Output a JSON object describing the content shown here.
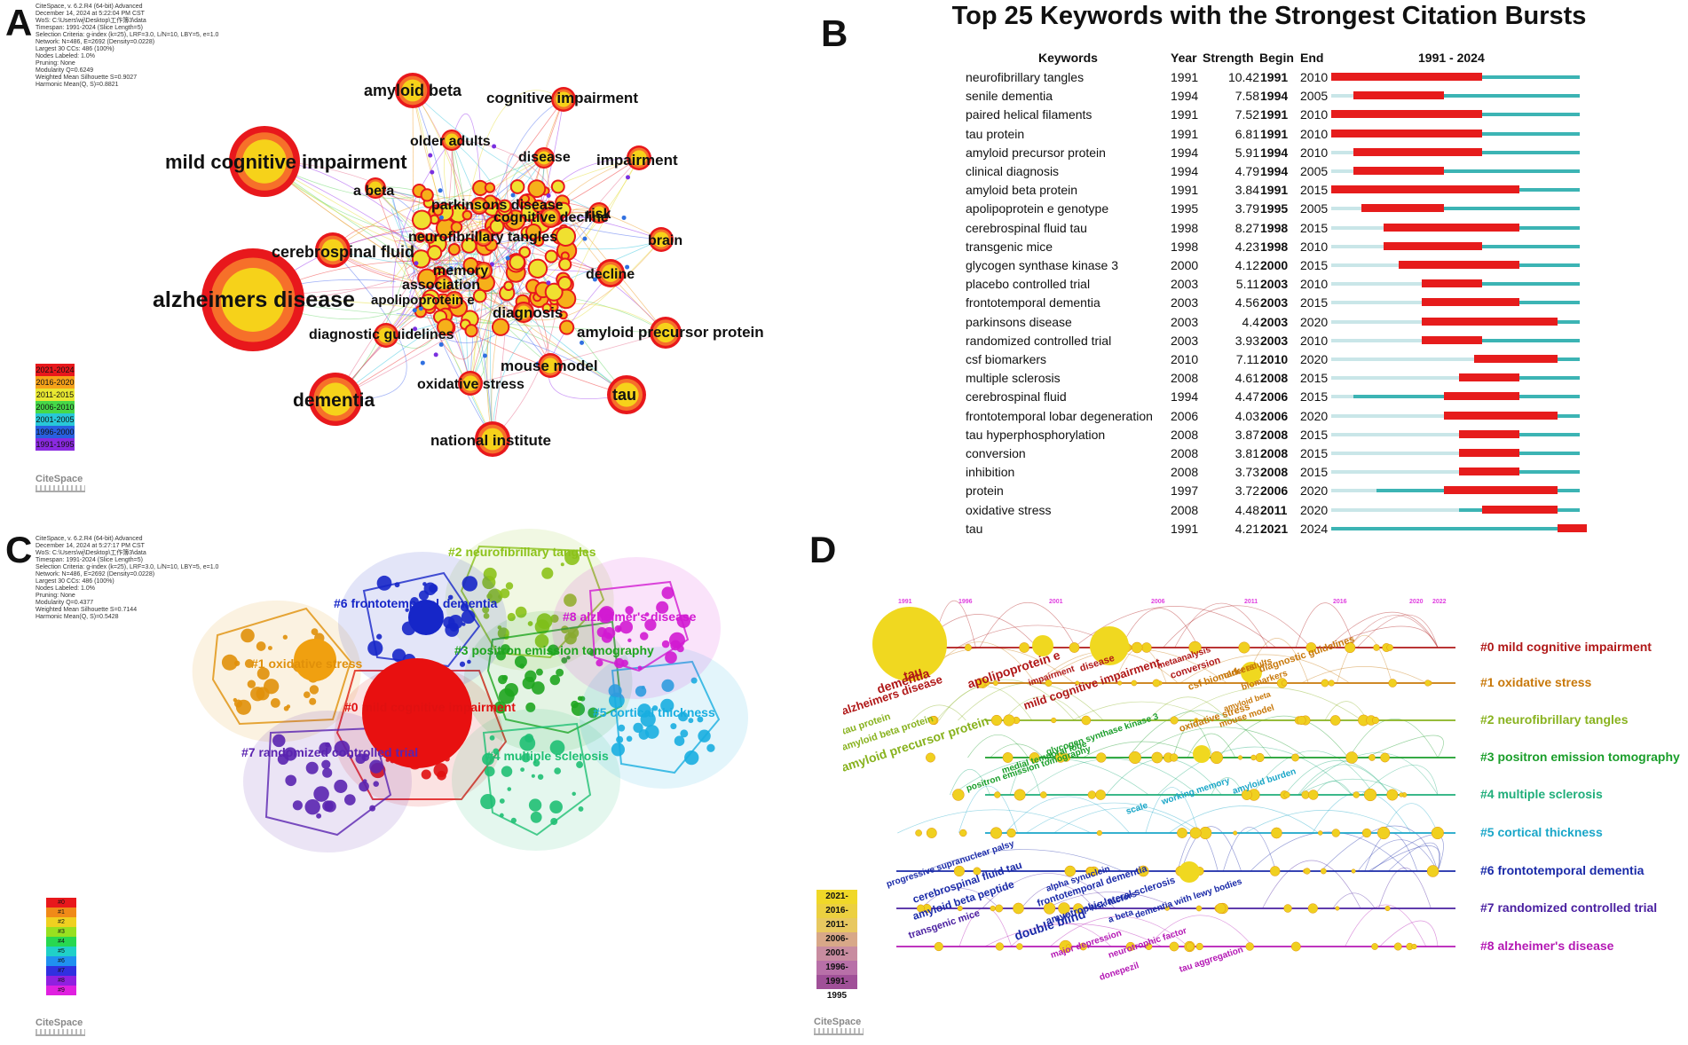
{
  "panels": {
    "a": "A",
    "b": "B",
    "c": "C",
    "d": "D"
  },
  "panel_a": {
    "info_lines": [
      "CiteSpace, v. 6.2.R4 (64-bit) Advanced",
      "December 14, 2024 at 5:22:04 PM CST",
      "WoS: C:\\Users\\wj\\Desktop\\工作簿3\\data",
      "Timespan: 1991-2024 (Slice Length=5)",
      "Selection Criteria: g-index (k=25), LRF=3.0, L/N=10, LBY=5, e=1.0",
      "Network: N=486, E=2692 (Density=0.0228)",
      "Largest 30 CCs: 486 (100%)",
      "Nodes Labeled: 1.0%",
      "Pruning: None",
      "Modularity Q=0.6249",
      "Weighted Mean Silhouette S=0.9027",
      "Harmonic Mean(Q, S)=0.8821"
    ],
    "nodes": [
      "amyloid beta",
      "cognitive impairment",
      "mild cognitive impairment",
      "older adults",
      "disease",
      "impairment",
      "a beta",
      "parkinsons disease",
      "cognitive decline",
      "risk",
      "neurofibrillary tangles",
      "brain",
      "cerebrospinal fluid",
      "memory",
      "decline",
      "alzheimers disease",
      "association",
      "apolipoprotein e",
      "diagnosis",
      "diagnostic guidelines",
      "amyloid precursor protein",
      "mouse model",
      "dementia",
      "oxidative stress",
      "tau",
      "national institute"
    ],
    "legend": [
      "2021-2024",
      "2016-2020",
      "2011-2015",
      "2006-2010",
      "2001-2005",
      "1996-2000",
      "1991-1995"
    ],
    "logo": "CiteSpace"
  },
  "panel_b": {
    "title": "Top 25 Keywords with the Strongest Citation Bursts",
    "headers": {
      "keywords": "Keywords",
      "year": "Year",
      "strength": "Strength",
      "begin": "Begin",
      "end": "End",
      "range": "1991 - 2024"
    },
    "rows": [
      {
        "kw": "neurofibrillary tangles",
        "year": "1991",
        "strength": "10.42",
        "begin": "1991",
        "end": "2010"
      },
      {
        "kw": "senile dementia",
        "year": "1994",
        "strength": "7.58",
        "begin": "1994",
        "end": "2005"
      },
      {
        "kw": "paired helical filaments",
        "year": "1991",
        "strength": "7.52",
        "begin": "1991",
        "end": "2010"
      },
      {
        "kw": "tau protein",
        "year": "1991",
        "strength": "6.81",
        "begin": "1991",
        "end": "2010"
      },
      {
        "kw": "amyloid precursor protein",
        "year": "1994",
        "strength": "5.91",
        "begin": "1994",
        "end": "2010"
      },
      {
        "kw": "clinical diagnosis",
        "year": "1994",
        "strength": "4.79",
        "begin": "1994",
        "end": "2005"
      },
      {
        "kw": "amyloid beta protein",
        "year": "1991",
        "strength": "3.84",
        "begin": "1991",
        "end": "2015"
      },
      {
        "kw": "apolipoprotein e genotype",
        "year": "1995",
        "strength": "3.79",
        "begin": "1995",
        "end": "2005"
      },
      {
        "kw": "cerebrospinal fluid tau",
        "year": "1998",
        "strength": "8.27",
        "begin": "1998",
        "end": "2015"
      },
      {
        "kw": "transgenic mice",
        "year": "1998",
        "strength": "4.23",
        "begin": "1998",
        "end": "2010"
      },
      {
        "kw": "glycogen synthase kinase 3",
        "year": "2000",
        "strength": "4.12",
        "begin": "2000",
        "end": "2015"
      },
      {
        "kw": "placebo controlled trial",
        "year": "2003",
        "strength": "5.11",
        "begin": "2003",
        "end": "2010"
      },
      {
        "kw": "frontotemporal dementia",
        "year": "2003",
        "strength": "4.56",
        "begin": "2003",
        "end": "2015"
      },
      {
        "kw": "parkinsons disease",
        "year": "2003",
        "strength": "4.4",
        "begin": "2003",
        "end": "2020"
      },
      {
        "kw": "randomized controlled trial",
        "year": "2003",
        "strength": "3.93",
        "begin": "2003",
        "end": "2010"
      },
      {
        "kw": "csf biomarkers",
        "year": "2010",
        "strength": "7.11",
        "begin": "2010",
        "end": "2020"
      },
      {
        "kw": "multiple sclerosis",
        "year": "2008",
        "strength": "4.61",
        "begin": "2008",
        "end": "2015"
      },
      {
        "kw": "cerebrospinal fluid",
        "year": "1994",
        "strength": "4.47",
        "begin": "2006",
        "end": "2015"
      },
      {
        "kw": "frontotemporal lobar degeneration",
        "year": "2006",
        "strength": "4.03",
        "begin": "2006",
        "end": "2020"
      },
      {
        "kw": "tau hyperphosphorylation",
        "year": "2008",
        "strength": "3.87",
        "begin": "2008",
        "end": "2015"
      },
      {
        "kw": "conversion",
        "year": "2008",
        "strength": "3.81",
        "begin": "2008",
        "end": "2015"
      },
      {
        "kw": "inhibition",
        "year": "2008",
        "strength": "3.73",
        "begin": "2008",
        "end": "2015"
      },
      {
        "kw": "protein",
        "year": "1997",
        "strength": "3.72",
        "begin": "2006",
        "end": "2020"
      },
      {
        "kw": "oxidative stress",
        "year": "2008",
        "strength": "4.48",
        "begin": "2011",
        "end": "2020"
      },
      {
        "kw": "tau",
        "year": "1991",
        "strength": "4.21",
        "begin": "2021",
        "end": "2024"
      }
    ],
    "colors": {
      "burst": "#e61c1c",
      "active": "#3cb4b4",
      "inactive": "#c9e6e8"
    }
  },
  "panel_c": {
    "info_lines": [
      "CiteSpace, v. 6.2.R4 (64-bit) Advanced",
      "December 14, 2024 at 5:27:17 PM CST",
      "WoS: C:\\Users\\wj\\Desktop\\工作簿3\\data",
      "Timespan: 1991-2024 (Slice Length=5)",
      "Selection Criteria: g-index (k=25), LRF=3.0, L/N=10, LBY=5, e=1.0",
      "Network: N=486, E=2692 (Density=0.0228)",
      "Largest 30 CCs: 486 (100%)",
      "Nodes Labeled: 1.0%",
      "Pruning: None",
      "Modularity Q=0.4377",
      "Weighted Mean Silhouette S=0.7144",
      "Harmonic Mean(Q, S)=0.5428"
    ],
    "clusters": [
      {
        "label": "#0 mild cognitive impairment",
        "color": "#e01010"
      },
      {
        "label": "#1 oxidative stress",
        "color": "#e0900a"
      },
      {
        "label": "#2 neurofibrillary tangles",
        "color": "#8cc21a"
      },
      {
        "label": "#3 positron emission tomography",
        "color": "#1fa51f"
      },
      {
        "label": "#4 multiple sclerosis",
        "color": "#1fbf73"
      },
      {
        "label": "#5 cortical thickness",
        "color": "#18aee0"
      },
      {
        "label": "#6 frontotemporal dementia",
        "color": "#1626c8"
      },
      {
        "label": "#7 randomized controlled trial",
        "color": "#5a23b0"
      },
      {
        "label": "#8 alzheimer's disease",
        "color": "#d21ad2"
      }
    ],
    "legend": [
      "#0",
      "#1",
      "#2",
      "#3",
      "#4",
      "#5",
      "#6",
      "#7",
      "#8",
      "#9"
    ],
    "logo": "CiteSpace"
  },
  "panel_d": {
    "years": [
      "1991",
      "1996",
      "2001",
      "2006",
      "2011",
      "2016",
      "2020",
      "2022"
    ],
    "clusters": [
      {
        "label": "#0 mild cognitive impairment",
        "color": "#b01818"
      },
      {
        "label": "#1 oxidative stress",
        "color": "#c8780a"
      },
      {
        "label": "#2 neurofibrillary tangles",
        "color": "#88b21e"
      },
      {
        "label": "#3 positron emission tomography",
        "color": "#1a9e2a"
      },
      {
        "label": "#4 multiple sclerosis",
        "color": "#1fae7a"
      },
      {
        "label": "#5 cortical thickness",
        "color": "#1aa6c8"
      },
      {
        "label": "#6 frontotemporal dementia",
        "color": "#1a2aa8"
      },
      {
        "label": "#7 randomized controlled trial",
        "color": "#4a20a0"
      },
      {
        "label": "#8 alzheimer's disease",
        "color": "#b418b4"
      }
    ],
    "terms": [
      "tau",
      "dementia",
      "alzheimers disease",
      "apolipoprotein e",
      "impairment",
      "disease",
      "mild cognitive impairment",
      "metaanalysis",
      "conversion",
      "csf biomarkers",
      "older adults",
      "biomarkers",
      "diagnostic guidelines",
      "mouse model",
      "amyloid beta",
      "oxidative stress",
      "tau protein",
      "amyloid beta protein",
      "amyloid precursor protein",
      "medial temporal lobe",
      "positron emission tomography",
      "glycogen synthase kinase 3",
      "working memory",
      "scale",
      "amyloid burden",
      "cerebrospinal fluid tau",
      "amyloid beta peptide",
      "transgenic mice",
      "double blind",
      "alpha synuclein",
      "frontotemporal dementia",
      "amyotrophic lateral sclerosis",
      "risk factors",
      "a beta",
      "dementia with lewy bodies",
      "progressive supranuclear palsy",
      "major depression",
      "neurotrophic factor",
      "donepezil",
      "tau aggregation"
    ],
    "legend": [
      "2021-2024",
      "2016-2020",
      "2011-2015",
      "2006-2010",
      "2001-2005",
      "1996-2000",
      "1991-1995"
    ],
    "logo": "CiteSpace"
  }
}
